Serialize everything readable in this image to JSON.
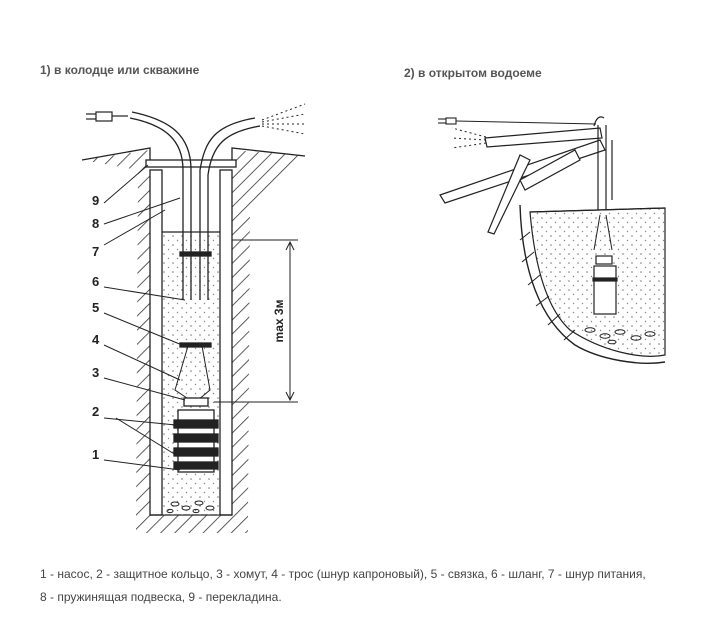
{
  "titles": {
    "well": "1) в колодце или скважине",
    "pond": "2) в открытом водоеме"
  },
  "callouts": [
    "1",
    "2",
    "3",
    "4",
    "5",
    "6",
    "7",
    "8",
    "9"
  ],
  "dimension_label": "max 3м",
  "legend": {
    "line1": "1 - насос, 2 - защитное кольцо, 3 - хомут, 4 - трос (шнур капроновый), 5 - связка, 6 - шланг, 7 - шнур питания,",
    "line2": "8 - пружинящая подвеска, 9 - перекладина."
  },
  "colors": {
    "line": "#222222",
    "title": "#555555",
    "text": "#444444"
  }
}
